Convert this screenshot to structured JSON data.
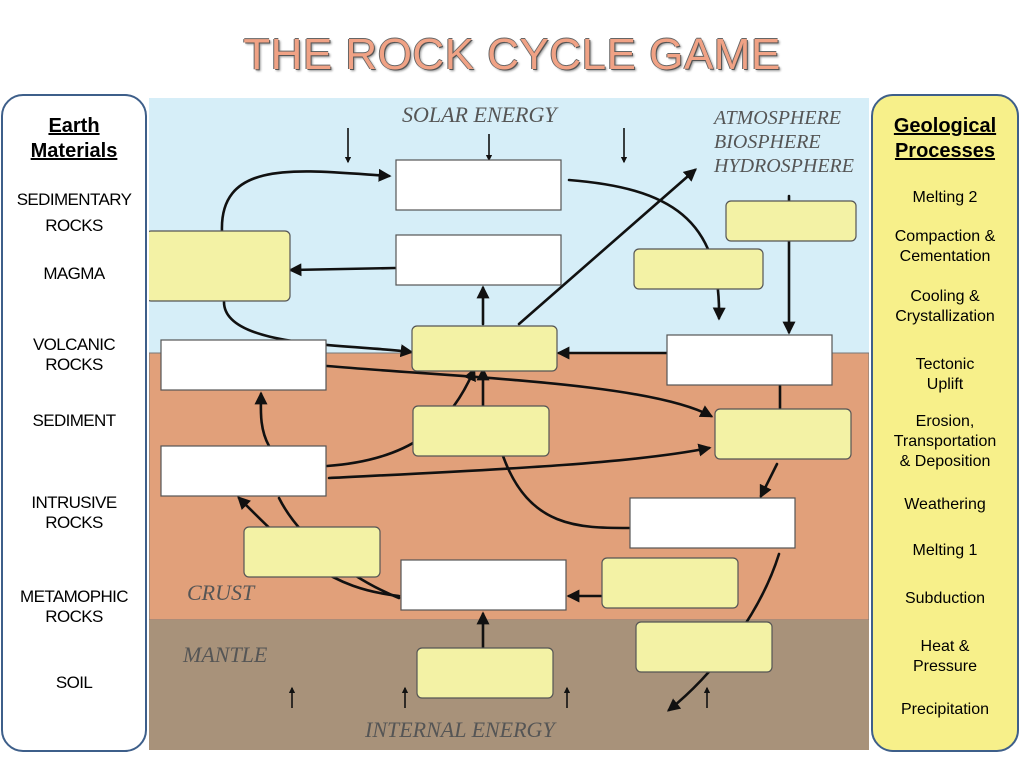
{
  "title": "THE ROCK CYCLE GAME",
  "left_panel": {
    "heading_line1": "Earth",
    "heading_line2": "Materials",
    "items": [
      {
        "l1": "SEDIMENTARY",
        "l2": "ROCKS"
      },
      {
        "l1": "MAGMA",
        "l2": ""
      },
      {
        "l1": "VOLCANIC",
        "l2": "ROCKS"
      },
      {
        "l1": "SEDIMENT",
        "l2": ""
      },
      {
        "l1": "INTRUSIVE",
        "l2": "ROCKS"
      },
      {
        "l1": "METAMOPHIC",
        "l2": "ROCKS"
      },
      {
        "l1": "SOIL",
        "l2": ""
      }
    ]
  },
  "right_panel": {
    "heading_line1": "Geological",
    "heading_line2": "Processes",
    "items": [
      {
        "l1": "Melting 2",
        "l2": "",
        "l3": ""
      },
      {
        "l1": "Compaction &",
        "l2": "Cementation",
        "l3": ""
      },
      {
        "l1": "Cooling &",
        "l2": "Crystallization",
        "l3": ""
      },
      {
        "l1": "Tectonic",
        "l2": "Uplift",
        "l3": ""
      },
      {
        "l1": "Erosion,",
        "l2": "Transportation",
        "l3": "& Deposition"
      },
      {
        "l1": "Weathering",
        "l2": "",
        "l3": ""
      },
      {
        "l1": "Melting 1",
        "l2": "",
        "l3": ""
      },
      {
        "l1": "Subduction",
        "l2": "",
        "l3": ""
      },
      {
        "l1": "Heat &",
        "l2": "Pressure",
        "l3": ""
      },
      {
        "l1": "Precipitation",
        "l2": "",
        "l3": ""
      }
    ]
  },
  "diagram": {
    "solar_energy": "SOLAR ENERGY",
    "atmosphere": "ATMOSPHERE\nBIOSPHERE\nHYDROSPHERE",
    "crust": "CRUST",
    "mantle": "MANTLE",
    "internal_energy": "INTERNAL ENERGY",
    "colors": {
      "sky": "#d6eef8",
      "crust": "#e1a07a",
      "mantle": "#a8927a",
      "material_box": "#ffffff",
      "process_box": "#f3f2a5",
      "box_border": "#555555",
      "panel_border": "#3e5f8a",
      "process_panel": "#f7f08a"
    }
  }
}
